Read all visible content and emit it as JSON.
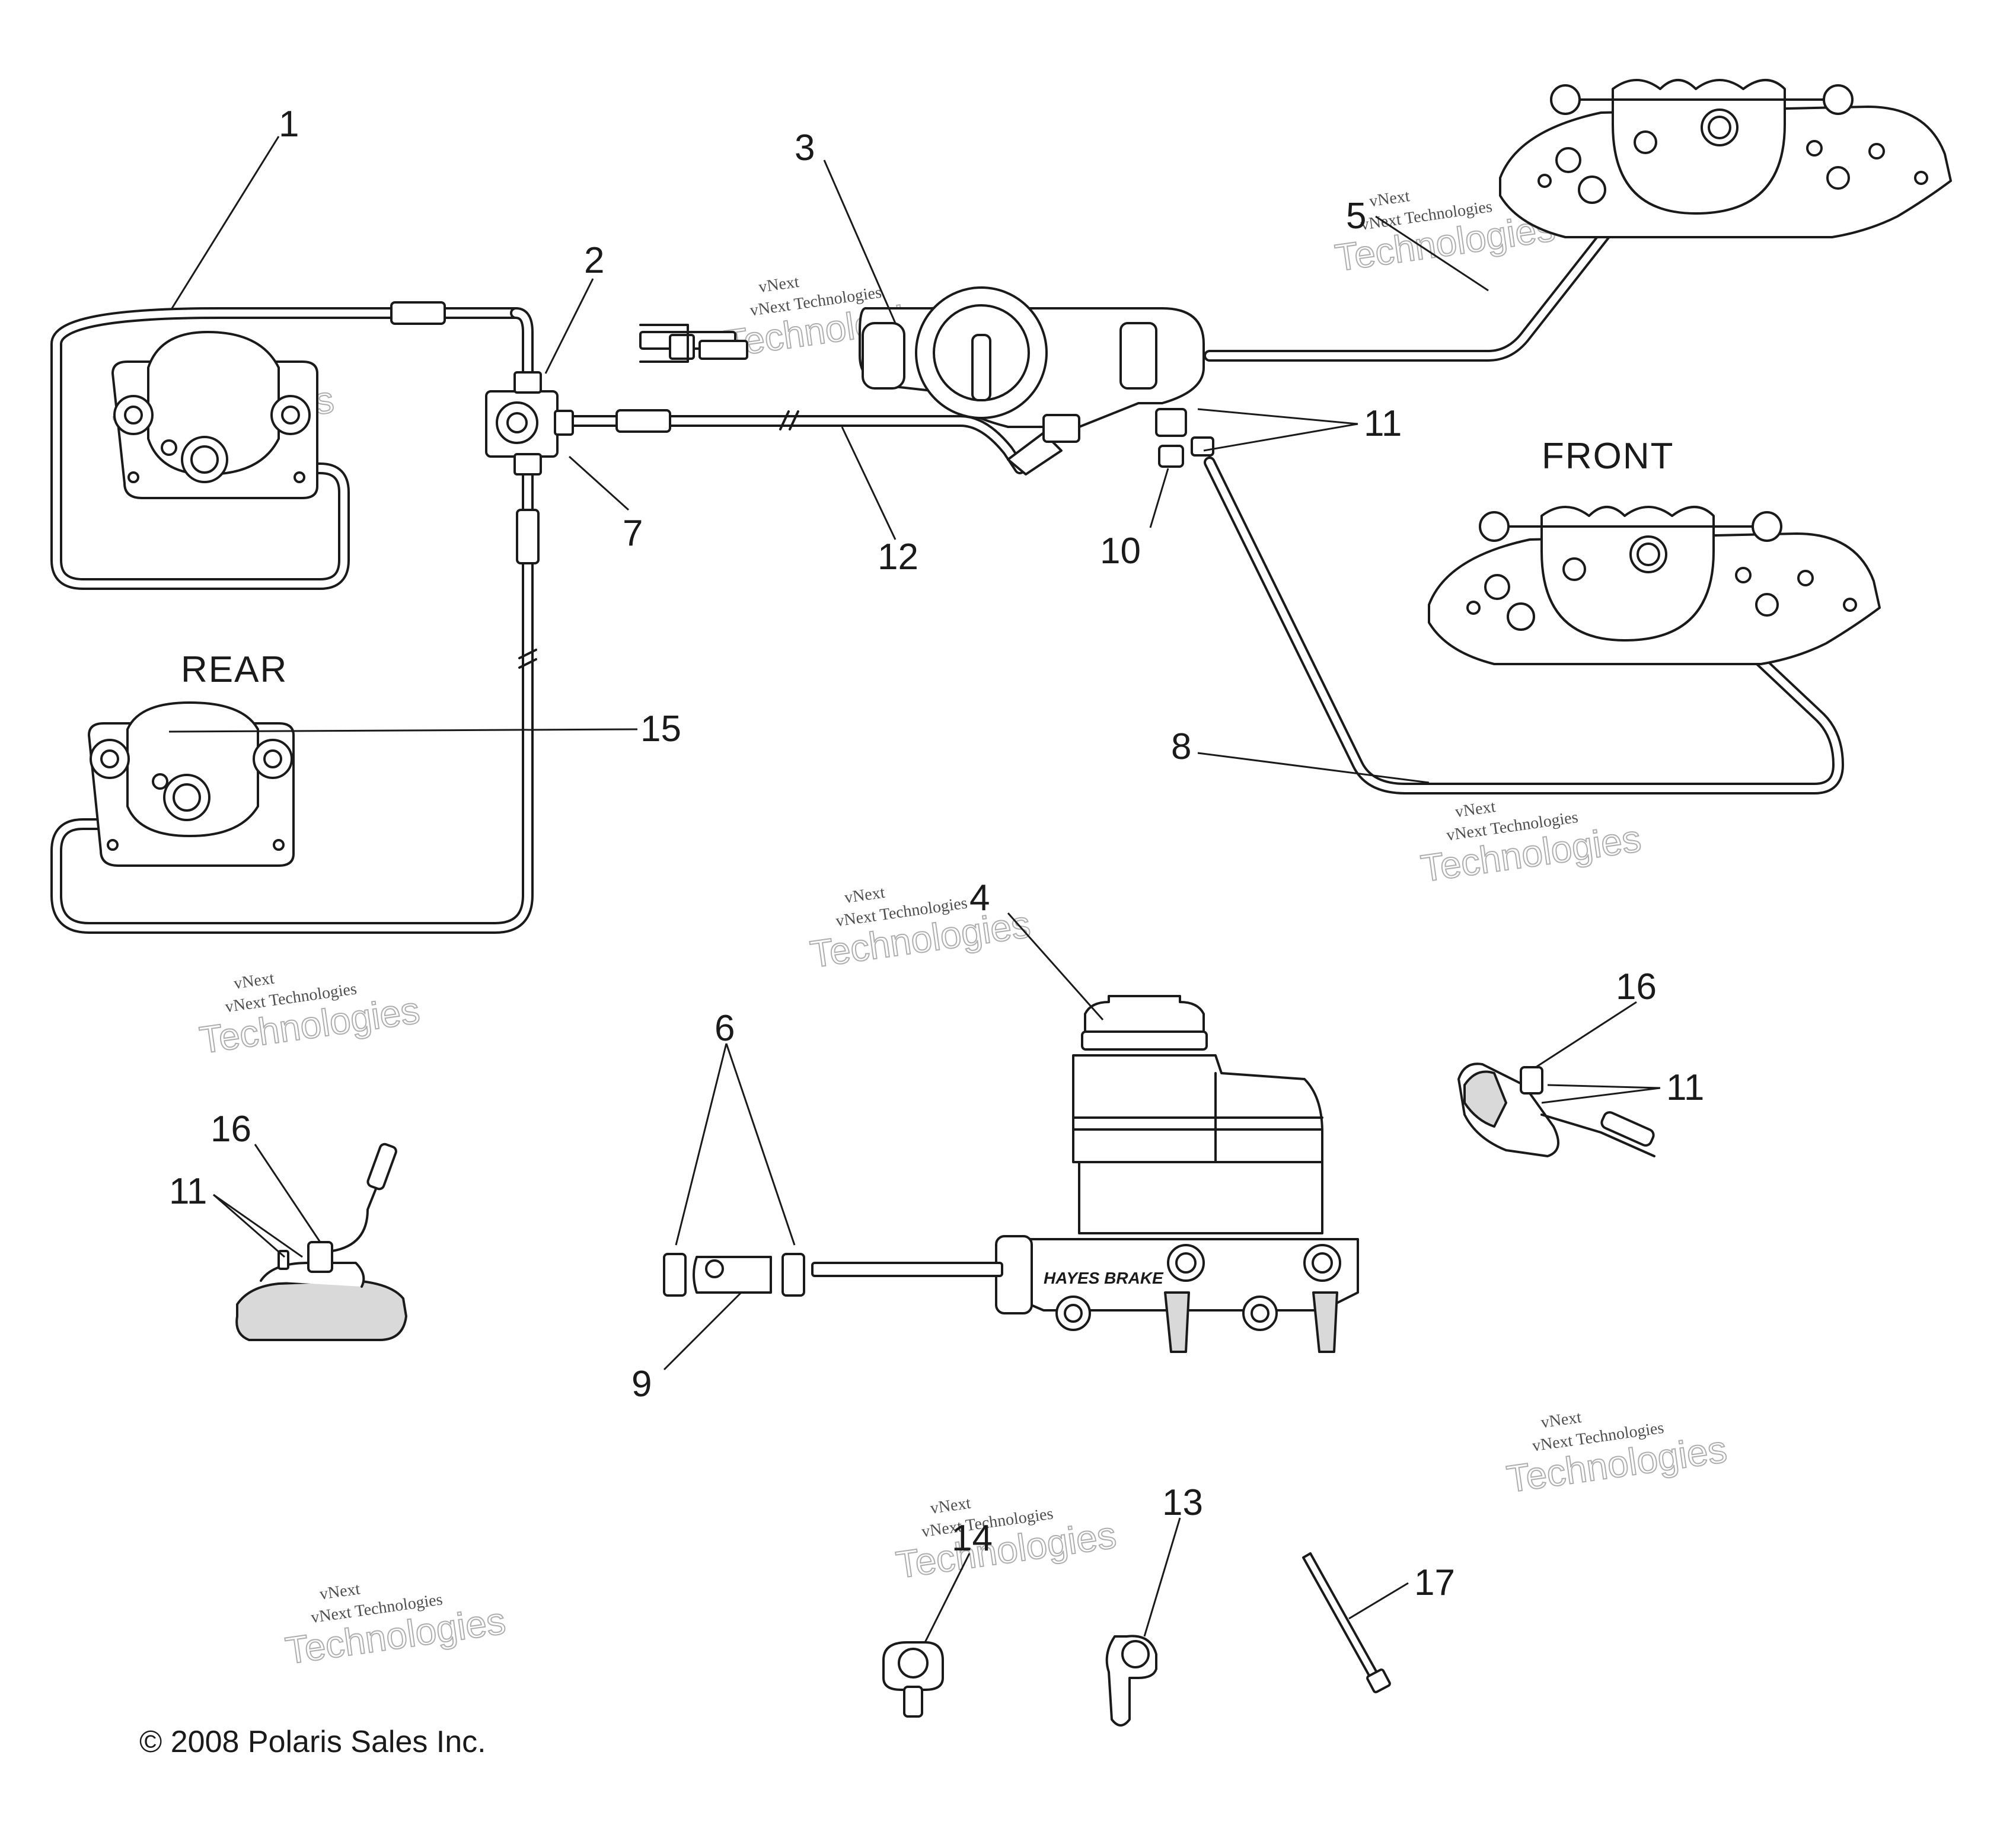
{
  "diagram": {
    "callouts": {
      "c1": "1",
      "c2": "2",
      "c3": "3",
      "c4": "4",
      "c5": "5",
      "c6": "6",
      "c7": "7",
      "c8": "8",
      "c9": "9",
      "c10": "10",
      "c11a": "11",
      "c11b": "11",
      "c11c": "11",
      "c12": "12",
      "c13": "13",
      "c14": "14",
      "c15": "15",
      "c16a": "16",
      "c16b": "16",
      "c17": "17"
    },
    "labels": {
      "rear": "REAR",
      "front": "FRONT",
      "brand": "HAYES BRAKE",
      "copyright": "© 2008 Polaris Sales Inc."
    },
    "watermark": {
      "line1": "vNext",
      "line2": "vNext Technologies",
      "line3": "Technologies"
    }
  }
}
